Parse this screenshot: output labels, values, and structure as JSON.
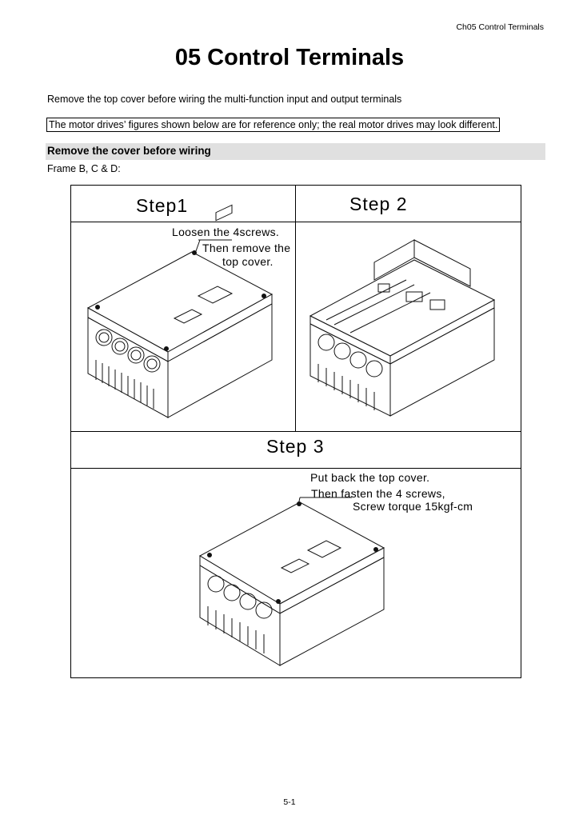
{
  "header": {
    "chapter": "Ch05  Control  Terminals"
  },
  "title": "05 Control Terminals",
  "intro": "Remove the top cover before wiring the multi-function input and output terminals",
  "notice": "The motor drives’ figures shown below are for reference only; the real motor drives may look different.",
  "section": {
    "heading": "Remove the cover before wiring"
  },
  "frame_label": "Frame B, C & D:",
  "steps": {
    "step1": {
      "label": "Step1",
      "note_line1": "Loosen the 4screws.",
      "note_line2": "Then remove the",
      "note_line3": "top cover."
    },
    "step2": {
      "label": "Step 2"
    },
    "step3": {
      "label": "Step 3",
      "note_line1": "Put  back  the top cover.",
      "note_line2": "Then fasten the 4 screws,",
      "note_line3": "Screw torque 15kgf-cm"
    }
  },
  "footer": {
    "page_number": "5-1"
  }
}
